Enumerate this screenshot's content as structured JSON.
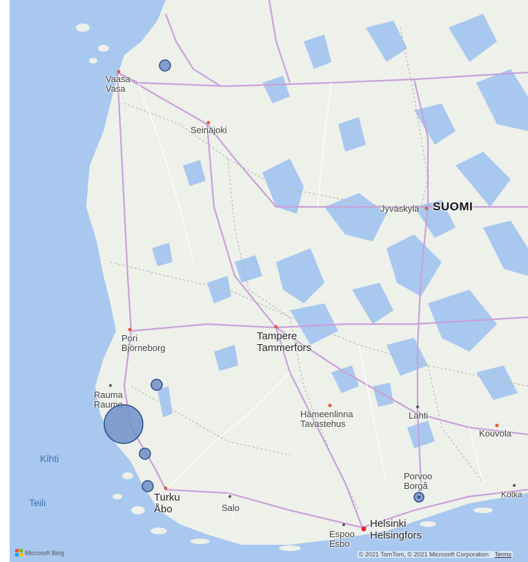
{
  "map": {
    "country_label": "SUOMI",
    "cities": [
      {
        "id": "vaasa",
        "lines": [
          "Vaasa",
          "Vasa"
        ]
      },
      {
        "id": "seinajoki",
        "lines": [
          "Seinäjoki"
        ]
      },
      {
        "id": "jyvaskyla",
        "lines": [
          "Jyväskylä"
        ]
      },
      {
        "id": "pori",
        "lines": [
          "Pori",
          "Björneborg"
        ]
      },
      {
        "id": "tampere",
        "lines": [
          "Tampere",
          "Tammerfors"
        ]
      },
      {
        "id": "rauma",
        "lines": [
          "Rauma",
          "Raumo"
        ]
      },
      {
        "id": "hameenlinna",
        "lines": [
          "Hämeenlinna",
          "Tavastehus"
        ]
      },
      {
        "id": "lahti",
        "lines": [
          "Lahti"
        ]
      },
      {
        "id": "kouvola",
        "lines": [
          "Kouvola"
        ]
      },
      {
        "id": "porvoo",
        "lines": [
          "Porvoo",
          "Borgå"
        ]
      },
      {
        "id": "turku",
        "lines": [
          "Turku",
          "Åbo"
        ]
      },
      {
        "id": "salo",
        "lines": [
          "Salo"
        ]
      },
      {
        "id": "helsinki",
        "lines": [
          "Helsinki",
          "Helsingfors"
        ]
      },
      {
        "id": "espoo",
        "lines": [
          "Espoo",
          "Esbo"
        ]
      },
      {
        "id": "kotka",
        "lines": [
          "Kotka"
        ]
      }
    ],
    "sea_labels": [
      "Kihti",
      "Teili"
    ],
    "bubble_color": "#6f8fc7",
    "bubble_border": "#2d4c86",
    "water_color": "#a8c8ef",
    "road_color": "#c8a0d8",
    "copyright": "© 2021 TomTom, © 2021 Microsoft Corporation",
    "terms": "Terms",
    "provider": "Microsoft Bing"
  }
}
